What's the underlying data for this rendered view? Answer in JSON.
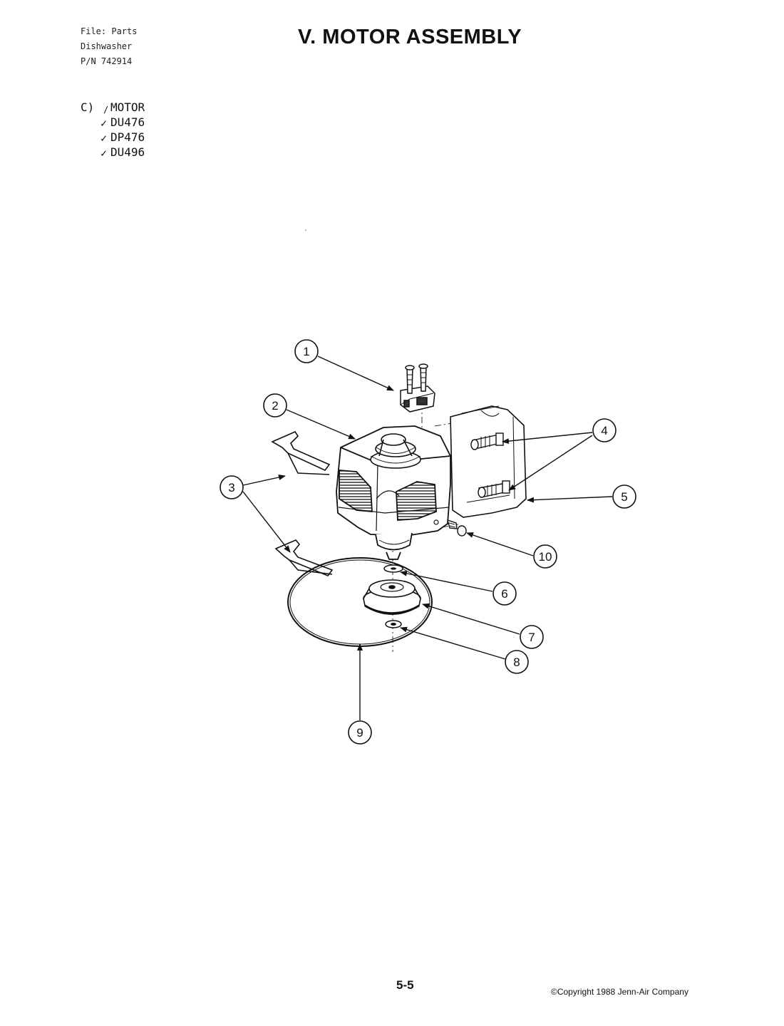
{
  "header": {
    "file_lines": [
      "File: Parts",
      "Dishwasher",
      "P/N 742914"
    ],
    "title": "V. MOTOR ASSEMBLY"
  },
  "section": {
    "letter": "C)",
    "heading": "MOTOR",
    "models": [
      "DU476",
      "DP476",
      "DU496"
    ],
    "check_mark": "✓"
  },
  "callouts": [
    "1",
    "2",
    "3",
    "4",
    "5",
    "6",
    "7",
    "8",
    "9",
    "10"
  ],
  "footer": {
    "page_number": "5-5",
    "copyright": "©Copyright 1988 Jenn-Air Company"
  }
}
